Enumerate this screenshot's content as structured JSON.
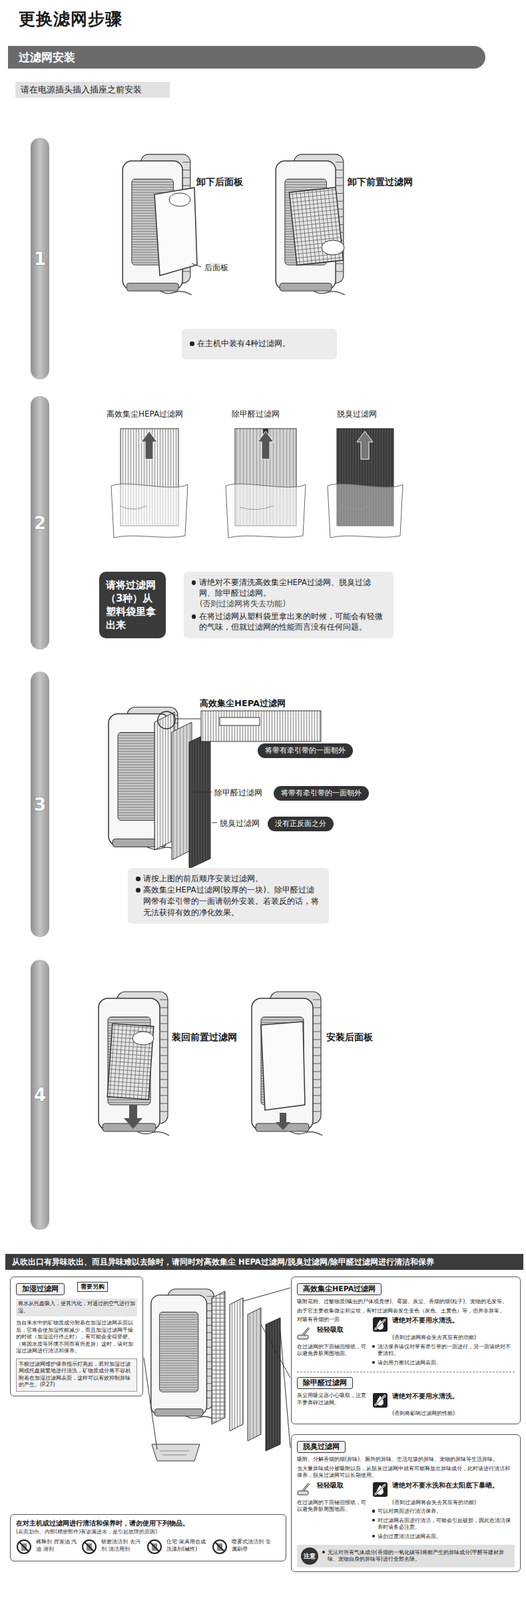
{
  "diagram": {
    "title": "更换滤网步骤",
    "nodes": [
      {
        "text": [
          "过滤网安装"
        ]
      },
      {
        "text": [
          "请在电源插头插入插座之前安装"
        ]
      },
      {
        "text": [
          "1"
        ]
      },
      {
        "text": [
          "在主机中装有4种过滤网。"
        ]
      },
      {
        "text": [
          "2"
        ]
      },
      {
        "text": [
          "请将过滤网（3种）从塑料袋里拿出来"
        ]
      },
      {
        "text": [
          "请绝对不要清洗高效集尘HEPA过滤网、脱臭过滤网、除甲醛过滤网。",
          "(否则过滤网将失去功能)",
          "在将过滤网从塑料袋里拿出来的时候，可能会有轻微的气味，但就过滤网的性能而言没有任何问题。"
        ]
      },
      {
        "text": [
          "3"
        ]
      },
      {
        "text": [
          "将带有牵引带的一面朝外"
        ]
      },
      {
        "text": [
          "将带有牵引带的一面朝外"
        ]
      },
      {
        "text": [
          "没有正反面之分"
        ]
      },
      {
        "text": [
          "请按上图的前后顺序安装过滤网。",
          "高效集尘HEPA过滤网(较厚的一块)、除甲醛过滤网带有牵引带的一面请朝外安装。若装反的话，将无法获得有效的净化效果。"
        ]
      },
      {
        "text": [
          "4"
        ]
      },
      {
        "text": [
          "从吹出口有异味吹出、而且异味难以去除时，请同时对高效集尘 HEPA过滤网/脱臭过滤网/除甲醛过滤网进行清洁和保养"
        ]
      },
      {
        "text": [
          "加湿过滤网",
          "将水从托盘吸入，使其汽化，对通过的空气进行加湿。",
          "当自来水中的矿物质成分附着在加湿过滤网表面以后，它将会使加湿性能减少，而且加湿过滤网干燥的时候（加湿运行停止时），有可能会变得坚硬。（将因水质等环境不同而有所差异）这时，请对加湿过滤网进行清洁和保养。",
          "不能过滤网维护保养指示灯亮起，若对加湿过滤网或托盘频繁地进行清洗，矿物质成分将不容易附着在加湿过滤网表面，这样可以有效抑制异味的产生。(P.27)"
        ]
      },
      {
        "text": [
          "需要另购"
        ],
        "in": 14
      },
      {
        "text": [
          "高效集尘HEPA过滤网",
          "吸附花粉、过敏物质(螨虫的尸体或粪便)、霉菌、灰尘、香烟的烟(粒子)、宠物的毛发等。",
          "由于它主要收集微尘和尘埃，有时过滤网会发生变色（灰色、土黄色）等，但并非异常。",
          "对吸有香烟的一面",
          "轻轻吸取",
          "请绝对不要用水清洗。",
          "(否则过滤网将会失去其应有的功能)",
          "清洁保养请仅对带有牵引带的一面进行，另一面请绝对不要清扫。",
          "请勿用力擦拭过滤网表面。",
          "在过滤网的下面铺旧报纸，可以避免弄脏周围地面。"
        ]
      },
      {
        "text": [
          "除甲醛过滤网",
          "灰尘用吸尘器小心吸取，注意不要弄碎过滤网。",
          "请绝对不要用水清洗。",
          "(否则将影响过滤网的性能)"
        ],
        "in": 16
      },
      {
        "text": [
          "脱臭过滤网",
          "吸附、分解香烟的烟(异味)、厕所的异味、生活垃圾的异味、宠物的异味等生活异味。",
          "当大量异味成分被吸附以后，从脱臭过滤网中就有可能释放出异味成分，此时请进行清洁和保养，脱臭过滤网可以长期使用。",
          "轻轻吸取",
          "请绝对不要水洗和在太阳底下暴晒。",
          "(否则过滤网将会失去其应有的功能)",
          "可以对两面进行清洁保养。",
          "对过滤网表面进行清洁，可能会引起破损，因此在清洁保养时请务必注意。",
          "请勿过度清洁过滤网表面。",
          "在过滤网的下面铺旧报纸，可以避免弄脏周围地面。"
        ]
      },
      {
        "text": [
          "注意",
          "无法对所有气体成分(香烟的一氧化碳等)将能产生的异味成分(甲醛等建材异味、宠物自身的异味等)进行全部去除。"
        ],
        "in": 18
      },
      {
        "text": [
          "在对主机或过滤网进行清洁和保养时，请勿使用下列物品。",
          "(表面划伤、内部(精密部件)有渗漏进水，是引起故障的原因)",
          "稀释剂 挥发油 汽油 溶剂",
          "研磨清洁剂 去污剂 清洁用剂",
          "住宅·家具用合成洗涤剂(碱性)",
          "喷雾式清洁剂 金属刷帚"
        ]
      }
    ],
    "labels": [
      "卸下后面板",
      "卸下前置过滤网",
      "后面板",
      "高效集尘HEPA过滤网",
      "除甲醛过滤网",
      "脱臭过滤网",
      "高效集尘HEPA过滤网",
      "除甲醛过滤网",
      "脱臭过滤网",
      "装回前置过滤网",
      "安装后面板"
    ]
  }
}
